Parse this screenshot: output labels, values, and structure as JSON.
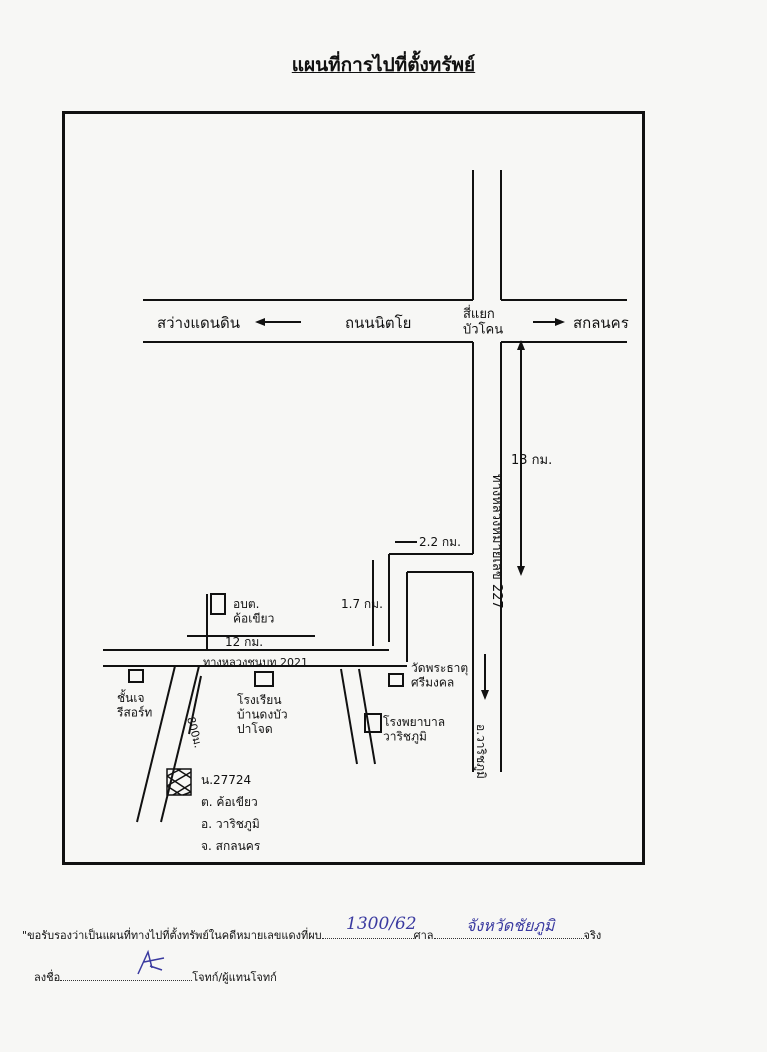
{
  "page": {
    "title": "แผนที่การไปที่ตั้งทรัพย์"
  },
  "map": {
    "labels": {
      "west_destination": "สว่างแดนดิน",
      "road_main": "ถนนนิตโย",
      "junction": "สี่แยก\nบัวโคน",
      "east_destination": "สกลนคร",
      "highway_vertical": "ทางหลวงหมายเลข 227",
      "distance_13km": "13 กม.",
      "distance_2_2km": "2.2 กม.",
      "distance_1_7km": "1.7 กม.",
      "distance_12km": "12 กม.",
      "distance_800m": "800ม.",
      "rural_road": "ทางหลวงชนบท 2021",
      "tambon_office": "อบต.\nค้อเขียว",
      "school_left": "ชั้นเจ\nรีสอร์ท",
      "school_center": "โรงเรียน\nบ้านดงบัว\nปาโจด",
      "temple": "วัดพระธาตุ\nศรีมงคล",
      "hospital": "โรงพยาบาล\nวาริชภูมิ",
      "direction_south": "อ.วาริชภูมิ",
      "property_deed": "น.27724",
      "property_tambon": "ต. ค้อเขียว",
      "property_amphoe": "อ. วาริชภูมิ",
      "property_province": "จ. สกลนคร"
    }
  },
  "footer": {
    "certify_prefix": "ขอรับรองว่าเป็นแผนที่ทางไปที่ตั้งทรัพย์ในคดีหมายเลขแดงที่ผบ",
    "case_number": "1300/62",
    "court_label": "ศาล",
    "court_name": "จังหวัดชัยภูมิ",
    "certify_suffix": "จริง",
    "sign_label": "ลงชื่อ",
    "sign_role": "โจทก์/ผู้แทนโจทก์"
  }
}
